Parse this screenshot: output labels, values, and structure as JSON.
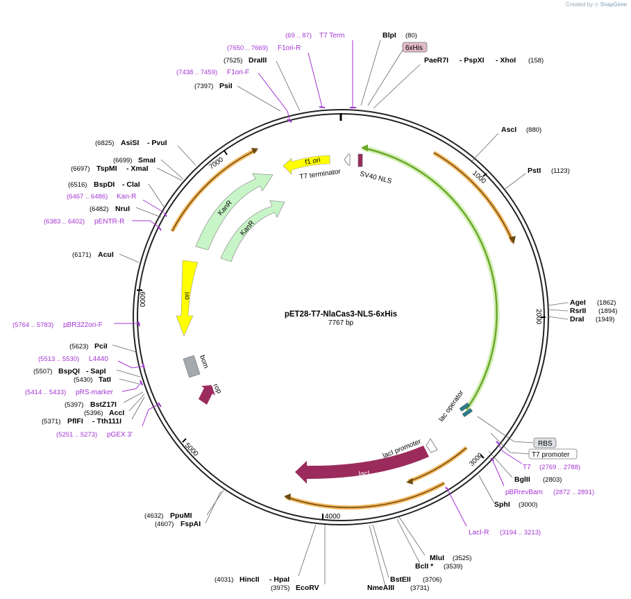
{
  "credit": {
    "prefix": "Created by",
    "brand": "SnapGene"
  },
  "plasmid": {
    "name": "pET28-T7-NlaCas3-NLS-6xHis",
    "length": "7767 bp",
    "total_bp": 7767
  },
  "ticks": [
    "1000",
    "2000",
    "3000",
    "4000",
    "5000",
    "6000",
    "7000"
  ],
  "enzymes": [
    {
      "name": "BlpI",
      "pos": "(80)"
    },
    {
      "name": "PaeR7I",
      "pos": ""
    },
    {
      "name": "- PspXI",
      "pos": ""
    },
    {
      "name": "- XhoI",
      "pos": "(158)"
    },
    {
      "name": "AscI",
      "pos": "(880)"
    },
    {
      "name": "PstI",
      "pos": "(1123)"
    },
    {
      "name": "AgeI",
      "pos": "(1862)"
    },
    {
      "name": "RsrII",
      "pos": "(1894)"
    },
    {
      "name": "DraI",
      "pos": "(1949)"
    },
    {
      "name": "BglII",
      "pos": "(2803)"
    },
    {
      "name": "SphI",
      "pos": "(3000)"
    },
    {
      "name": "MluI",
      "pos": "(3525)"
    },
    {
      "name": "BclI *",
      "pos": "(3539)"
    },
    {
      "name": "BstEII",
      "pos": "(3706)"
    },
    {
      "name": "NmeAIII",
      "pos": "(3731)"
    },
    {
      "name": "HincII",
      "pos": "(4031)"
    },
    {
      "name": "- HpaI",
      "pos": ""
    },
    {
      "name": "EcoRV",
      "pos": "(3975)"
    },
    {
      "name": "PpuMI",
      "pos": "(4632)"
    },
    {
      "name": "FspAI",
      "pos": "(4607)"
    },
    {
      "name": "PflFI",
      "pos": "(5371)"
    },
    {
      "name": "- Tth111I",
      "pos": ""
    },
    {
      "name": "AccI",
      "pos": "(5396)"
    },
    {
      "name": "BstZ17I",
      "pos": "(5397)"
    },
    {
      "name": "TatI",
      "pos": "(5430)"
    },
    {
      "name": "BspQI",
      "pos": "(5507)"
    },
    {
      "name": "- SapI",
      "pos": ""
    },
    {
      "name": "PciI",
      "pos": "(5623)"
    },
    {
      "name": "AcuI",
      "pos": "(6171)"
    },
    {
      "name": "NruI",
      "pos": "(6482)"
    },
    {
      "name": "BspDI",
      "pos": "(6516)"
    },
    {
      "name": "- ClaI",
      "pos": ""
    },
    {
      "name": "TspMI",
      "pos": "(6697)"
    },
    {
      "name": "- XmaI",
      "pos": ""
    },
    {
      "name": "SmaI",
      "pos": "(6699)"
    },
    {
      "name": "AsiSI",
      "pos": "(6825)"
    },
    {
      "name": "- PvuI",
      "pos": ""
    },
    {
      "name": "PsiI",
      "pos": "(7397)"
    },
    {
      "name": "DraIII",
      "pos": "(7525)"
    }
  ],
  "primers": [
    {
      "name": "T7 Term",
      "pos": "(69 .. 87)"
    },
    {
      "name": "F1ori-R",
      "pos": "(7650 .. 7669)"
    },
    {
      "name": "F1ori-F",
      "pos": "(7438 .. 7459)"
    },
    {
      "name": "Kan-R",
      "pos": "(6467 .. 6486)"
    },
    {
      "name": "pENTR-R",
      "pos": "(6383 .. 6402)"
    },
    {
      "name": "pBR322ori-F",
      "pos": "(5764 .. 5783)"
    },
    {
      "name": "L4440",
      "pos": "(5513 .. 5530)"
    },
    {
      "name": "pRS-marker",
      "pos": "(5414 .. 5433)"
    },
    {
      "name": "pGEX 3'",
      "pos": "(5251 .. 5273)"
    },
    {
      "name": "T7",
      "pos": "(2769 .. 2788)"
    },
    {
      "name": "pBRrevBam",
      "pos": "(2872 .. 2891)"
    },
    {
      "name": "LacI-R",
      "pos": "(3194 .. 3213)"
    }
  ],
  "features": [
    {
      "name": "f1 ori"
    },
    {
      "name": "T7 terminator"
    },
    {
      "name": "SV40 NLS"
    },
    {
      "name": "KanR"
    },
    {
      "name": "KanR"
    },
    {
      "name": "ori"
    },
    {
      "name": "bom"
    },
    {
      "name": "rop"
    },
    {
      "name": "lacI"
    },
    {
      "name": "lacI promoter"
    },
    {
      "name": "lac operator"
    }
  ],
  "boxed_features": [
    {
      "name": "6xHis"
    },
    {
      "name": "RBS"
    },
    {
      "name": "T7 promoter"
    }
  ],
  "colors": {
    "primer": "#a233d1",
    "orf_outline": "#f5b860",
    "cds_green": "#6aa82c",
    "kanr_fill": "#c8f5c8",
    "f1ori_fill": "#ffff00",
    "laci_fill": "#9b2b5c",
    "bom_fill": "#a4a9ae",
    "his_box": "#e0b8c8"
  }
}
